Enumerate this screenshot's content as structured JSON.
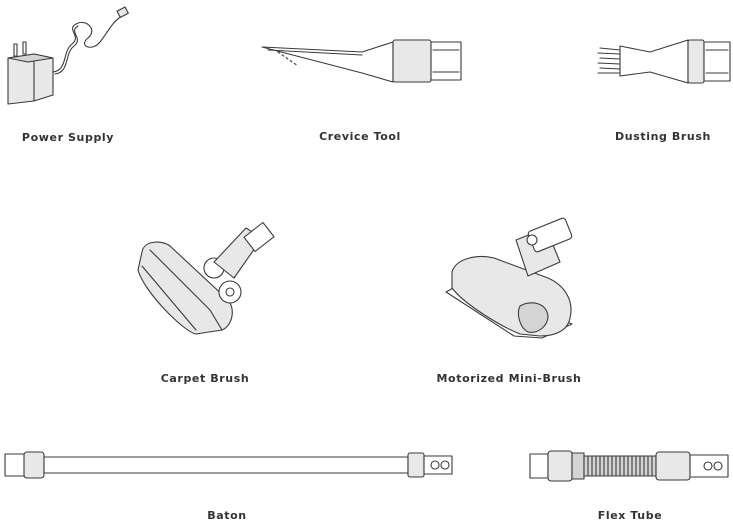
{
  "accessories": [
    {
      "label": "Power Supply",
      "icon": "power-supply-icon"
    },
    {
      "label": "Crevice Tool",
      "icon": "crevice-tool-icon"
    },
    {
      "label": "Dusting Brush",
      "icon": "dusting-brush-icon"
    },
    {
      "label": "Carpet Brush",
      "icon": "carpet-brush-icon"
    },
    {
      "label": "Motorized Mini-Brush",
      "icon": "motorized-mini-brush-icon"
    },
    {
      "label": "Baton",
      "icon": "baton-icon"
    },
    {
      "label": "Flex Tube",
      "icon": "flex-tube-icon"
    }
  ],
  "colors": {
    "line": "#3a3a3a",
    "fill": "#e8e8e8",
    "text": "#333333"
  }
}
